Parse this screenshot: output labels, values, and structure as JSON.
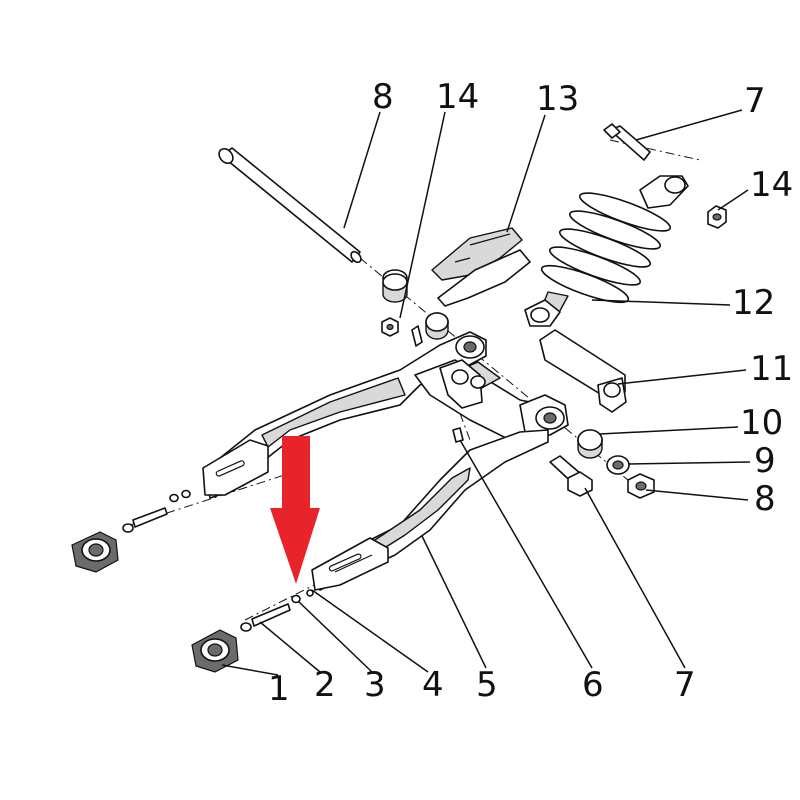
{
  "labels": {
    "l1": "1",
    "l2": "2",
    "l3": "3",
    "l4": "4",
    "l5": "5",
    "l6": "6",
    "l7_bottom": "7",
    "l7_top": "7",
    "l8_top": "8",
    "l8_right": "8",
    "l9": "9",
    "l10": "10",
    "l11": "11",
    "l12": "12",
    "l13": "13",
    "l14_top": "14",
    "l14_right": "14"
  },
  "colors": {
    "arrow": "#e8232a",
    "ink": "#111111"
  }
}
